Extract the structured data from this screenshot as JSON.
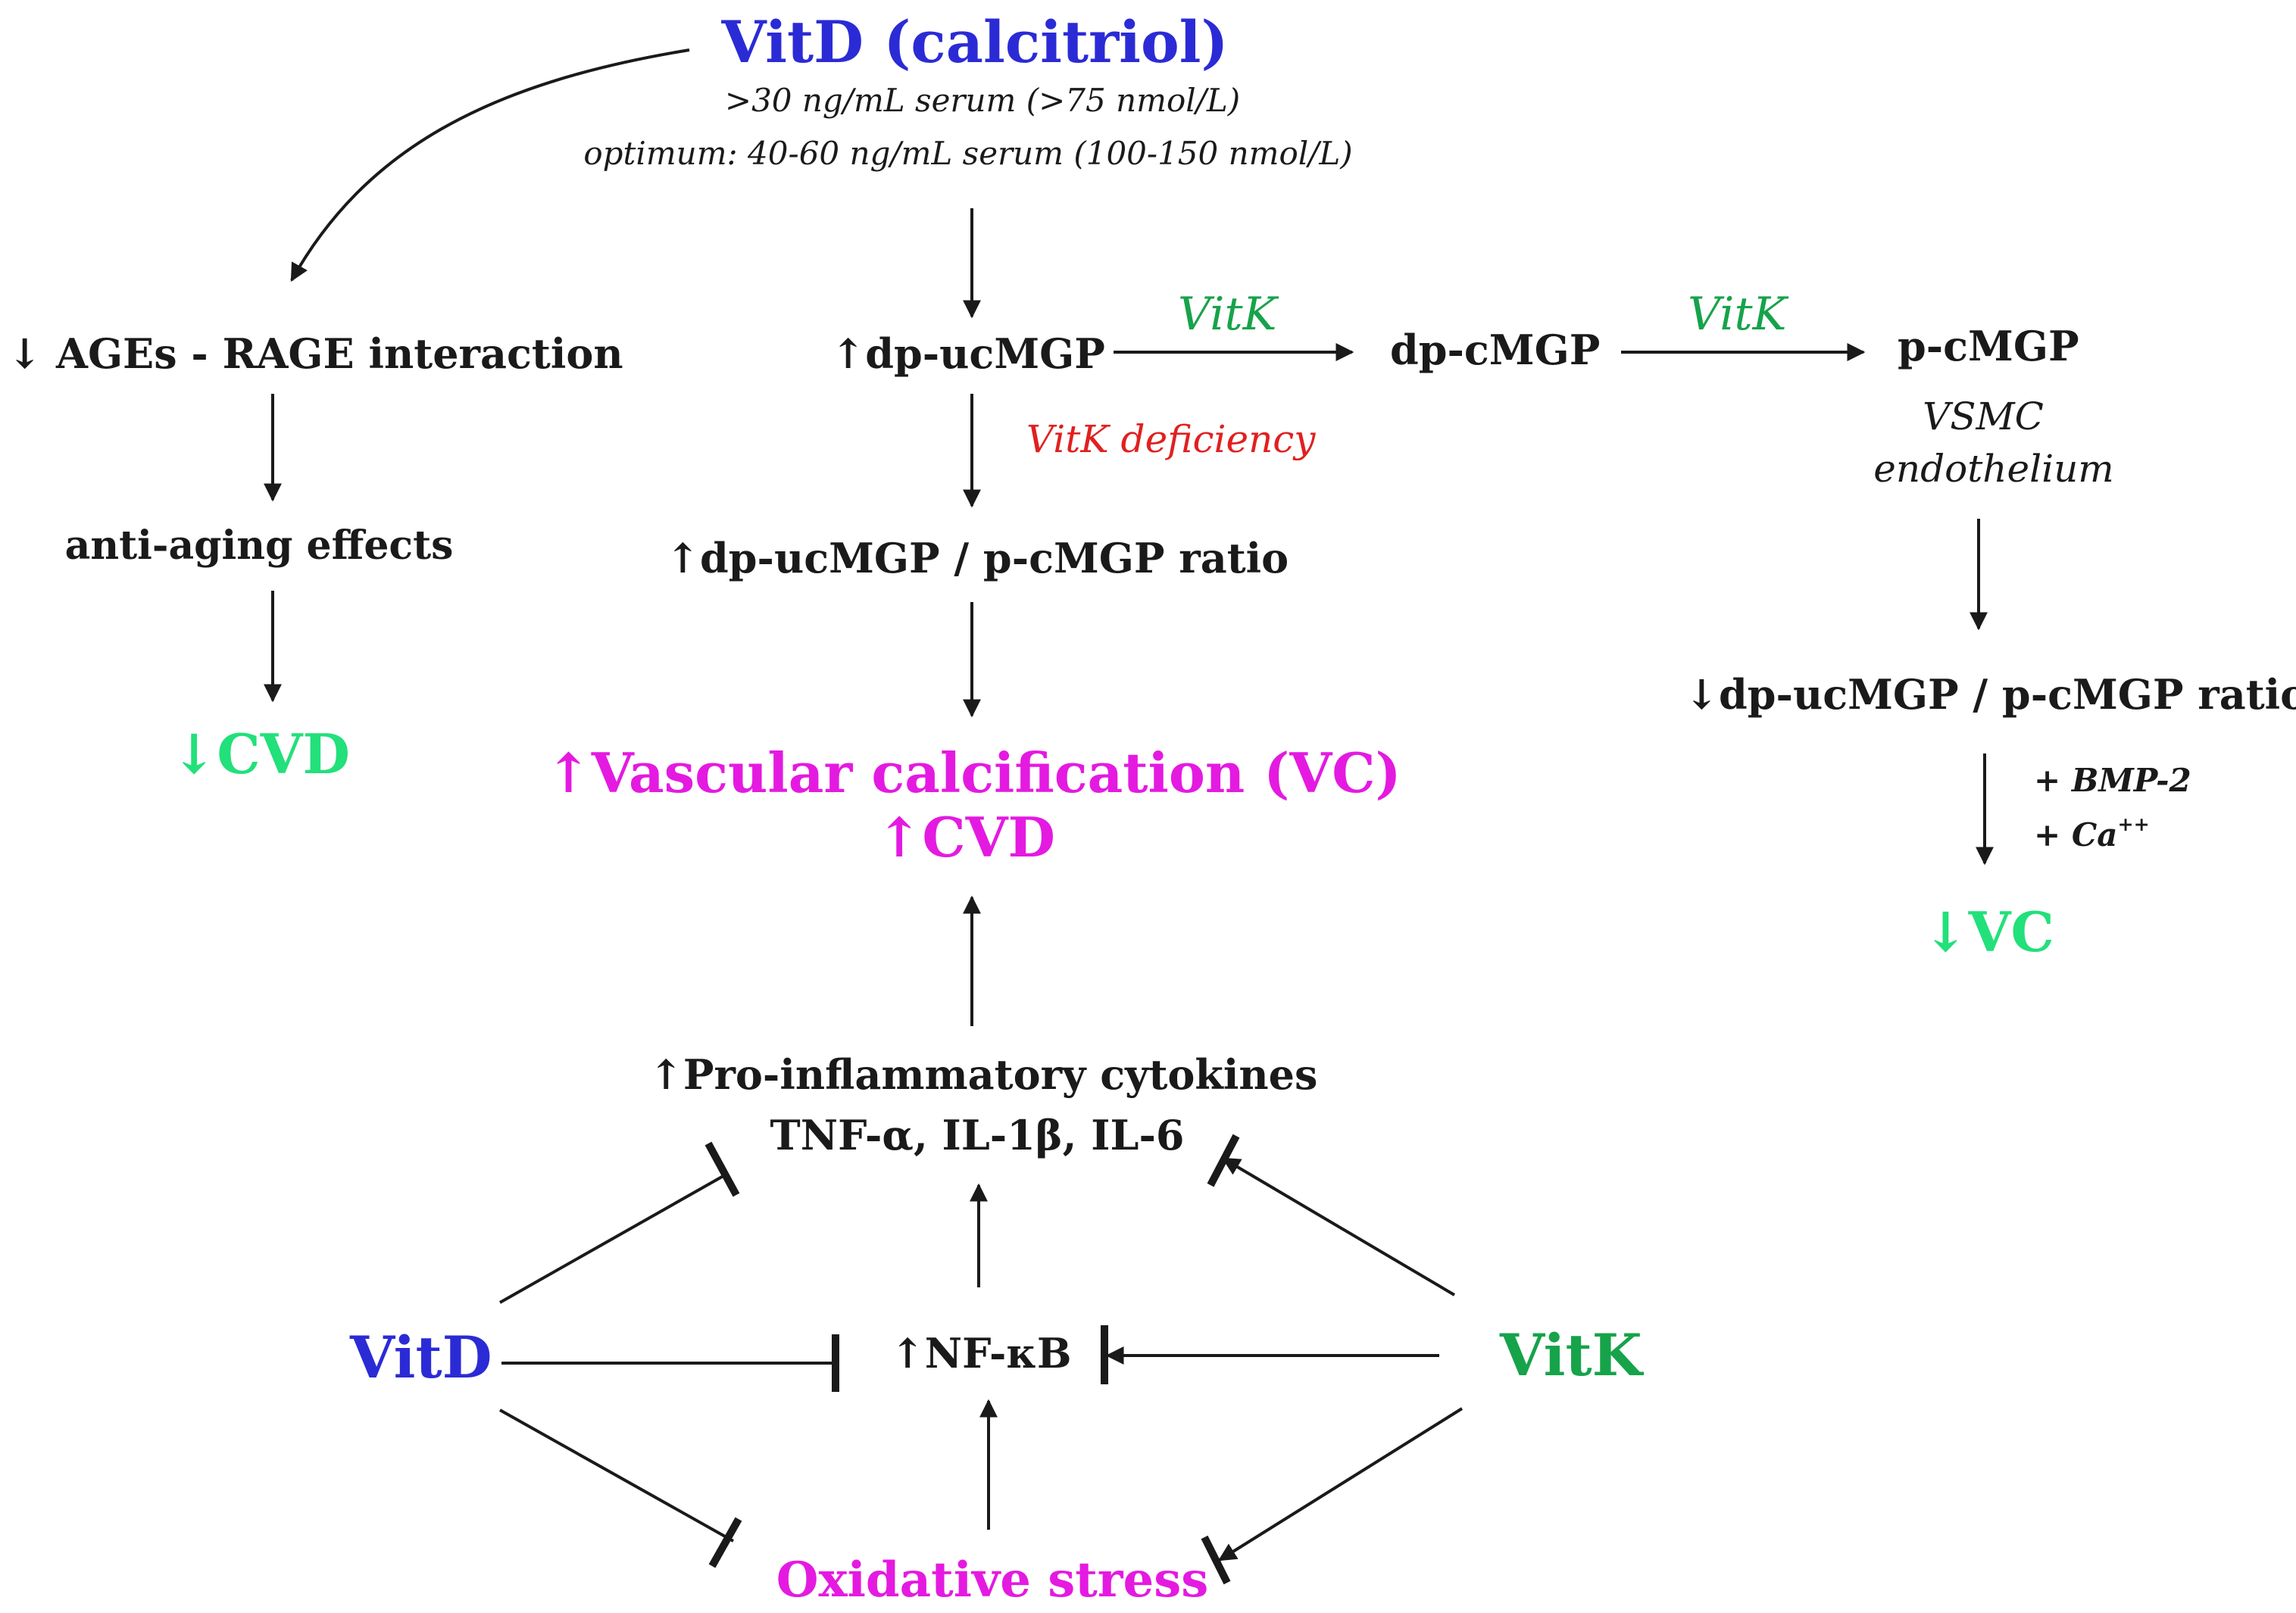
{
  "vitd_header": {
    "title": "VitD (calcitriol)",
    "line1": ">30 ng/mL serum (>75 nmol/L)",
    "line2": "optimum: 40-60 ng/mL serum (100-150 nmol/L)"
  },
  "left_branch": {
    "ages_rage": "↓ AGEs - RAGE interaction",
    "anti_aging": "anti-aging effects",
    "cvd_down": "↓CVD"
  },
  "middle_branch": {
    "dp_ucmgp_up": "↑dp-ucMGP",
    "vitk_deficiency": "VitK deficiency",
    "ratio_up": "↑dp-ucMGP / p-cMGP ratio",
    "vc_up": "↑Vascular calcification (VC)",
    "cvd_up": "↑CVD"
  },
  "right_branch": {
    "vitk_label_1": "VitK",
    "dp_cmgp": "dp-cMGP",
    "vitk_label_2": "VitK",
    "p_cmgp": "p-cMGP",
    "vsmc": "VSMC",
    "endothelium": "endothelium",
    "ratio_down": "↓dp-ucMGP / p-cMGP ratio",
    "bmp2": "+ BMP-2",
    "ca_base": "+ Ca",
    "ca_sup": "++",
    "vc_down": "↓VC"
  },
  "bottom": {
    "cytokines_title": "↑Pro-inflammatory cytokines",
    "cytokines_list": "TNF-α, IL-1β, IL-6",
    "nfkb": "↑NF-κB",
    "vitd": "VitD",
    "vitk": "VitK",
    "oxidative_stress": "Oxidative stress"
  },
  "colors": {
    "blue": "#2b2bd6",
    "green": "#16a34a",
    "lime": "#22e07a",
    "magenta": "#e41ae1",
    "red": "#e02020",
    "black": "#1a1a1a"
  }
}
